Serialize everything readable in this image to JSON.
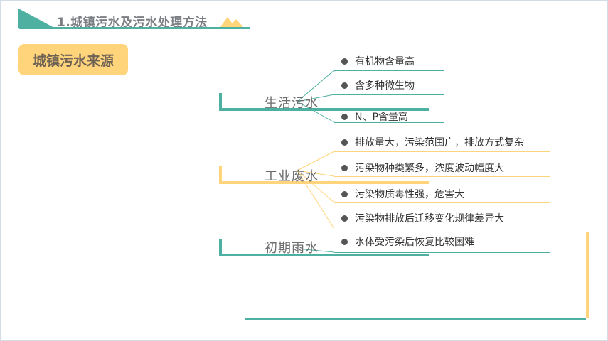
{
  "header": {
    "title": "1.城镇污水及污水处理方法",
    "accent_color": "#4db0a0",
    "highlight_color": "#ffd47b"
  },
  "badge": {
    "label": "城镇污水来源"
  },
  "categories": [
    {
      "label": "生活污水",
      "items": [
        "有机物含量高",
        "含多种微生物",
        "N、P含量高"
      ]
    },
    {
      "label": "工业废水",
      "items": [
        "排放量大，污染范围广，排放方式复杂",
        "污染物种类繁多，浓度波动幅度大",
        "污染物质毒性强，危害大",
        "污染物排放后迁移变化规律差异大"
      ]
    },
    {
      "label": "初期雨水",
      "items": [
        "水体受污染后恢复比较困难"
      ]
    }
  ]
}
